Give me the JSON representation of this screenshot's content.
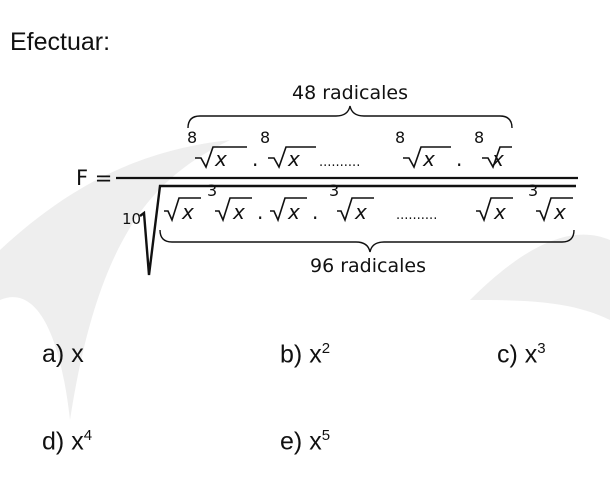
{
  "heading": "Efectuar:",
  "formula": {
    "lhs": "F =",
    "top_brace_label": "48 radicales",
    "bottom_brace_label": "96 radicales",
    "dots": "..........",
    "radicand": "x",
    "index_8": "8",
    "index_3": "3",
    "index_10": "10",
    "sep": "."
  },
  "options": [
    {
      "letter": "a)",
      "base": "x",
      "exp": ""
    },
    {
      "letter": "b)",
      "base": "x",
      "exp": "2"
    },
    {
      "letter": "c)",
      "base": "x",
      "exp": "3"
    },
    {
      "letter": "d)",
      "base": "x",
      "exp": "4"
    },
    {
      "letter": "e)",
      "base": "x",
      "exp": "5"
    }
  ]
}
